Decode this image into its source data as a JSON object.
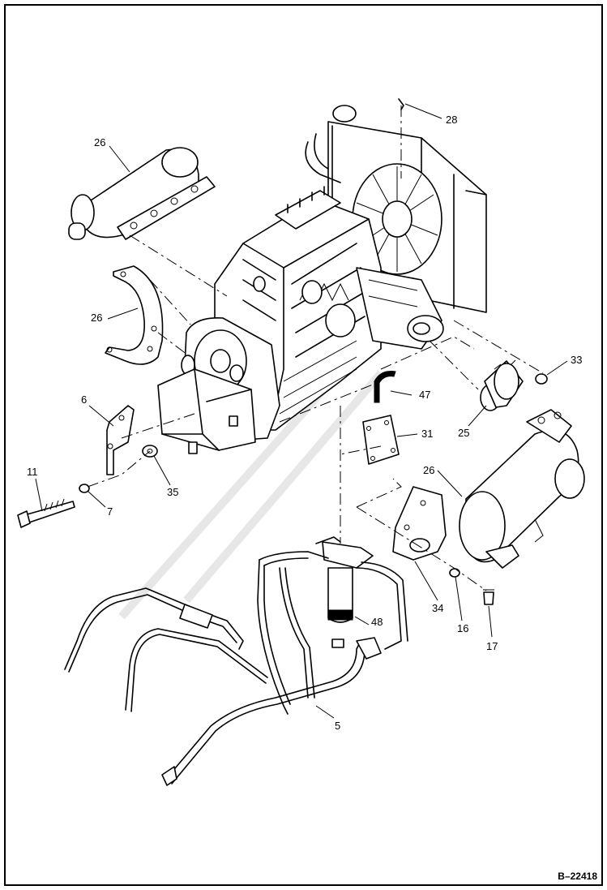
{
  "diagram_id": "B–22418",
  "callouts": [
    {
      "id": "c28",
      "label": "28"
    },
    {
      "id": "c26a",
      "label": "26"
    },
    {
      "id": "c26b",
      "label": "26"
    },
    {
      "id": "c26c",
      "label": "26"
    },
    {
      "id": "c33",
      "label": "33"
    },
    {
      "id": "c47",
      "label": "47"
    },
    {
      "id": "c31",
      "label": "31"
    },
    {
      "id": "c25",
      "label": "25"
    },
    {
      "id": "c6",
      "label": "6"
    },
    {
      "id": "c11",
      "label": "11"
    },
    {
      "id": "c35",
      "label": "35"
    },
    {
      "id": "c7",
      "label": "7"
    },
    {
      "id": "c34",
      "label": "34"
    },
    {
      "id": "c16",
      "label": "16"
    },
    {
      "id": "c17",
      "label": "17"
    },
    {
      "id": "c48",
      "label": "48"
    },
    {
      "id": "c5",
      "label": "5"
    }
  ]
}
